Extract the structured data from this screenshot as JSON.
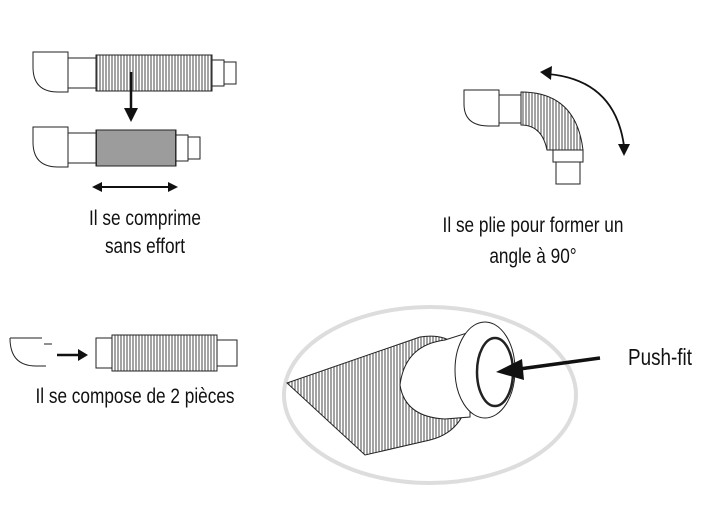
{
  "panels": {
    "compress": {
      "line1": "Il se comprime",
      "line2": "sans effort"
    },
    "bend": {
      "line1": "Il se plie pour former un",
      "line2": "angle à 90°"
    },
    "pieces": {
      "line1": "Il se compose de 2 pièces"
    },
    "pushfit": {
      "label": "Push-fit"
    }
  },
  "colors": {
    "line": "#111111",
    "ellipse": "#dddddd"
  }
}
